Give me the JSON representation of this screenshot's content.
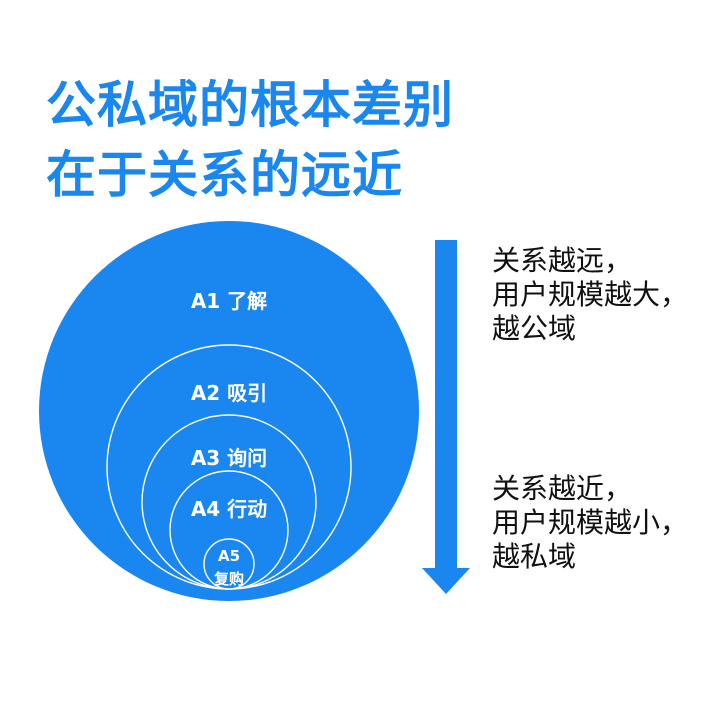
{
  "title": {
    "line1": "公私域的根本差别",
    "line2": "在于关系的远近"
  },
  "stages": [
    {
      "label": "A1 了解"
    },
    {
      "label": "A2 吸引"
    },
    {
      "label": "A3 询问"
    },
    {
      "label": "A4 行动"
    },
    {
      "label_line1": "A5",
      "label_line2": "复购"
    }
  ],
  "notes": {
    "far": [
      "关系越远，",
      "用户规模越大，",
      "越公域"
    ],
    "near": [
      "关系越近，",
      "用户规模越小，",
      "越私域"
    ]
  },
  "colors": {
    "accent": "#1a86ef",
    "ring_stroke": "#ffffff",
    "text_dark": "#111111"
  },
  "icons": {
    "direction": "down-arrow-icon"
  }
}
